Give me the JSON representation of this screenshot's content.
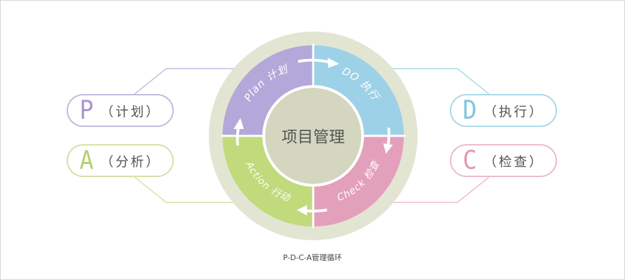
{
  "center_label": "项目管理",
  "ring_labels": {
    "plan": "Plan 计划",
    "do": "DO 执行",
    "check": "Check 检查",
    "action": "Action 行动"
  },
  "pills": {
    "p": {
      "letter": "P",
      "text": "（计划）"
    },
    "d": {
      "letter": "D",
      "text": "（执行）"
    },
    "a": {
      "letter": "A",
      "text": "（分析）"
    },
    "c": {
      "letter": "C",
      "text": "（检查）"
    }
  },
  "caption": "P-D-C-A管理循环",
  "colors": {
    "plan": "#b3a8d9",
    "do": "#9dd1e7",
    "check": "#e3a0bb",
    "action": "#c1da7c",
    "ring_bg": "#e3e5d3",
    "center": "#d4d6c0"
  }
}
